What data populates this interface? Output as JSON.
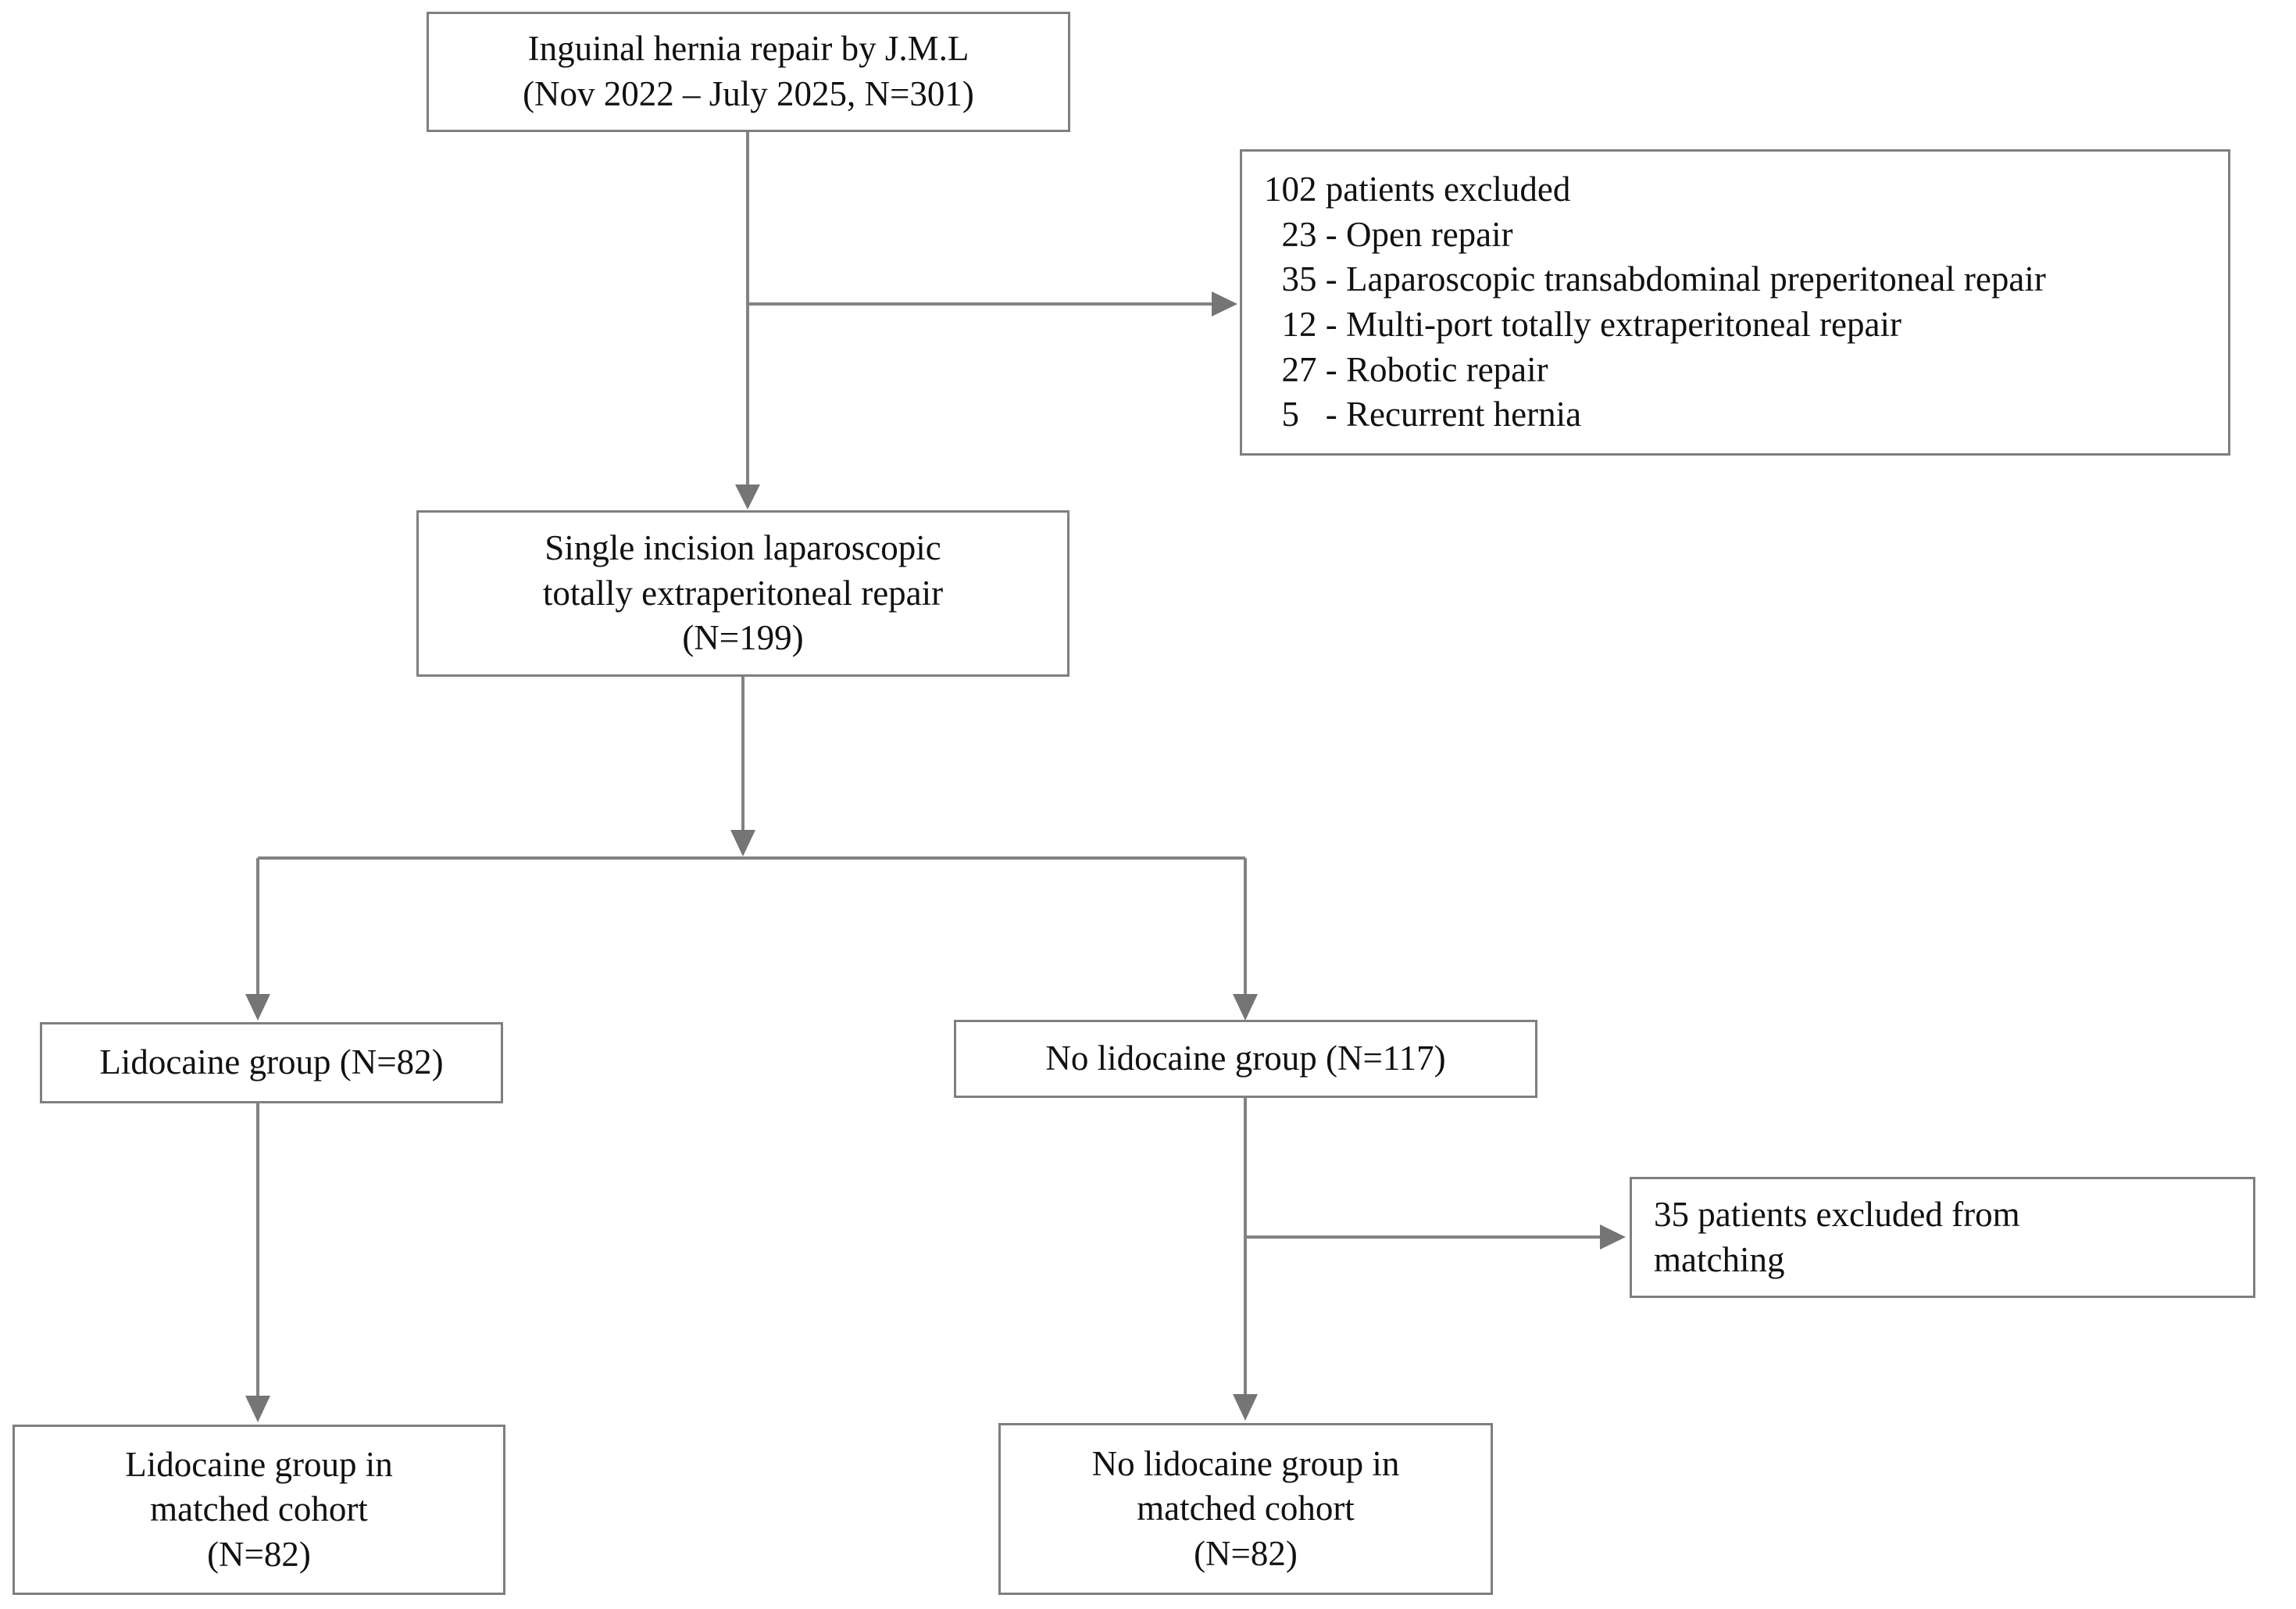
{
  "style": {
    "line_color": "#828282",
    "arrow_color": "#757575",
    "border_color": "#7f7f7f",
    "text_color": "#111111",
    "background": "#ffffff"
  },
  "flow": {
    "top": {
      "lines": [
        "Inguinal hernia repair by J.M.L",
        "(Nov 2022 – July 2025, N=301)"
      ]
    },
    "excluded": {
      "lines": [
        "102 patients excluded",
        "  23 - Open repair",
        "  35 - Laparoscopic transabdominal preperitoneal repair",
        "  12 - Multi-port totally extraperitoneal repair",
        "  27 - Robotic repair",
        "  5   - Recurrent hernia"
      ]
    },
    "single_incision": {
      "lines": [
        "Single incision laparoscopic",
        "totally extraperitoneal repair",
        "(N=199)"
      ]
    },
    "lidocaine": {
      "label": "Lidocaine group (N=82)"
    },
    "no_lidocaine": {
      "label": "No lidocaine group (N=117)"
    },
    "matching_excluded": {
      "lines": [
        "35 patients excluded from",
        "matching"
      ]
    },
    "lidocaine_matched": {
      "lines": [
        "Lidocaine group in",
        "matched cohort",
        "(N=82)"
      ]
    },
    "no_lidocaine_matched": {
      "lines": [
        "No lidocaine group in",
        "matched cohort",
        "(N=82)"
      ]
    }
  }
}
